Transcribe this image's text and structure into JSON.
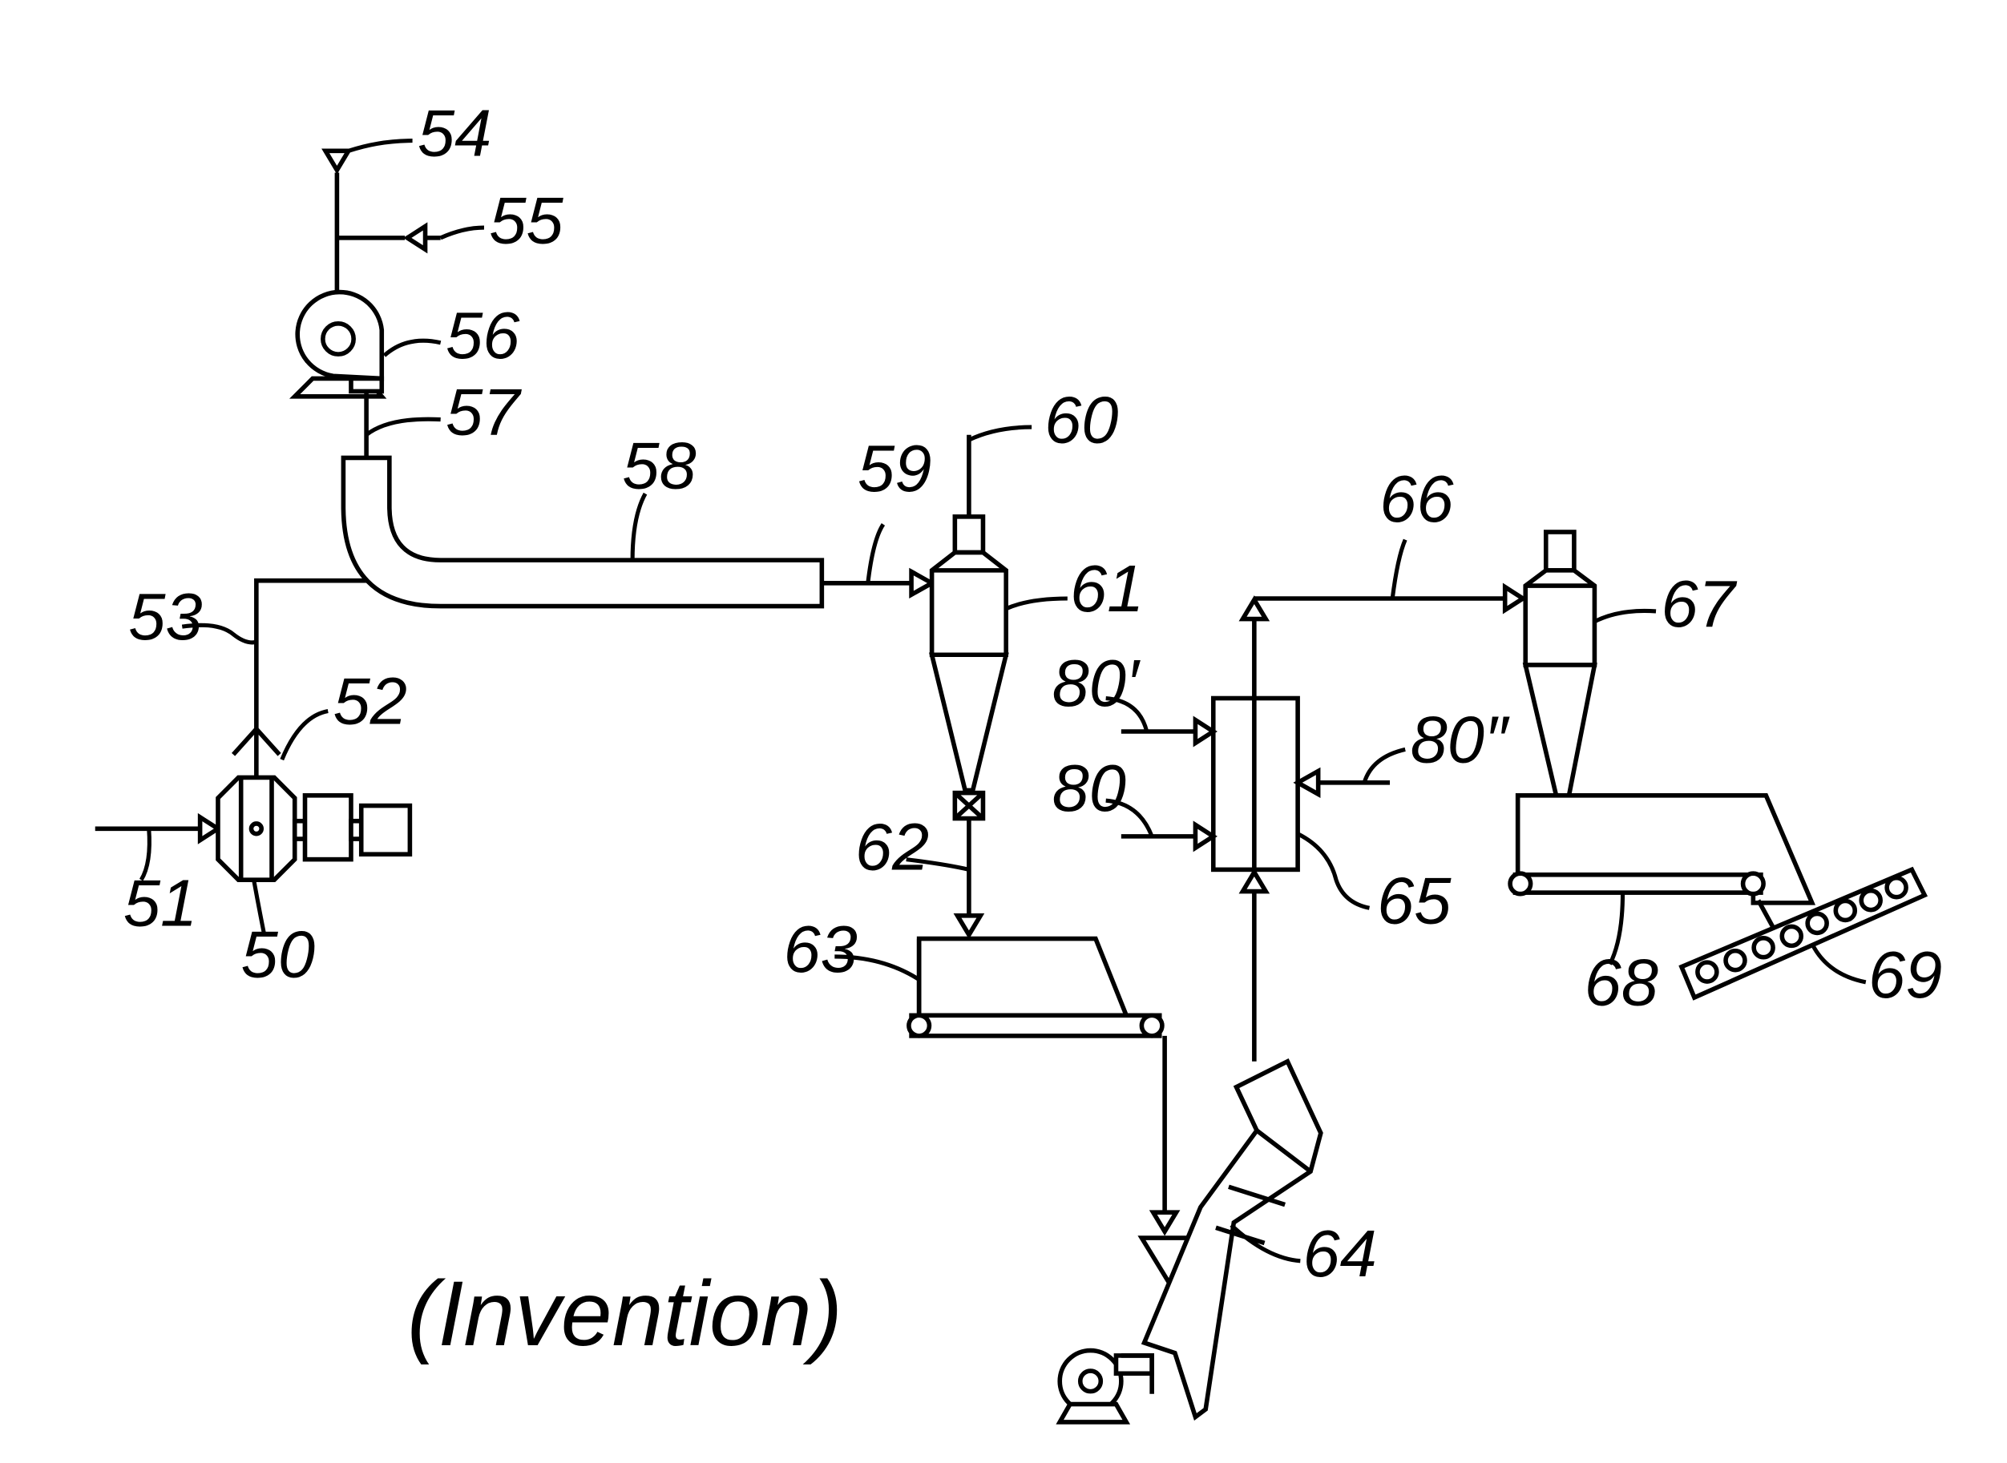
{
  "caption": "(Invention)",
  "labels": {
    "l50": "50",
    "l51": "51",
    "l52": "52",
    "l53": "53",
    "l54": "54",
    "l55": "55",
    "l56": "56",
    "l57": "57",
    "l58": "58",
    "l59": "59",
    "l60": "60",
    "l61": "61",
    "l62": "62",
    "l63": "63",
    "l64": "64",
    "l65": "65",
    "l66": "66",
    "l67": "67",
    "l68": "68",
    "l69": "69",
    "l80": "80",
    "l80p": "80′",
    "l80pp": "80″"
  }
}
